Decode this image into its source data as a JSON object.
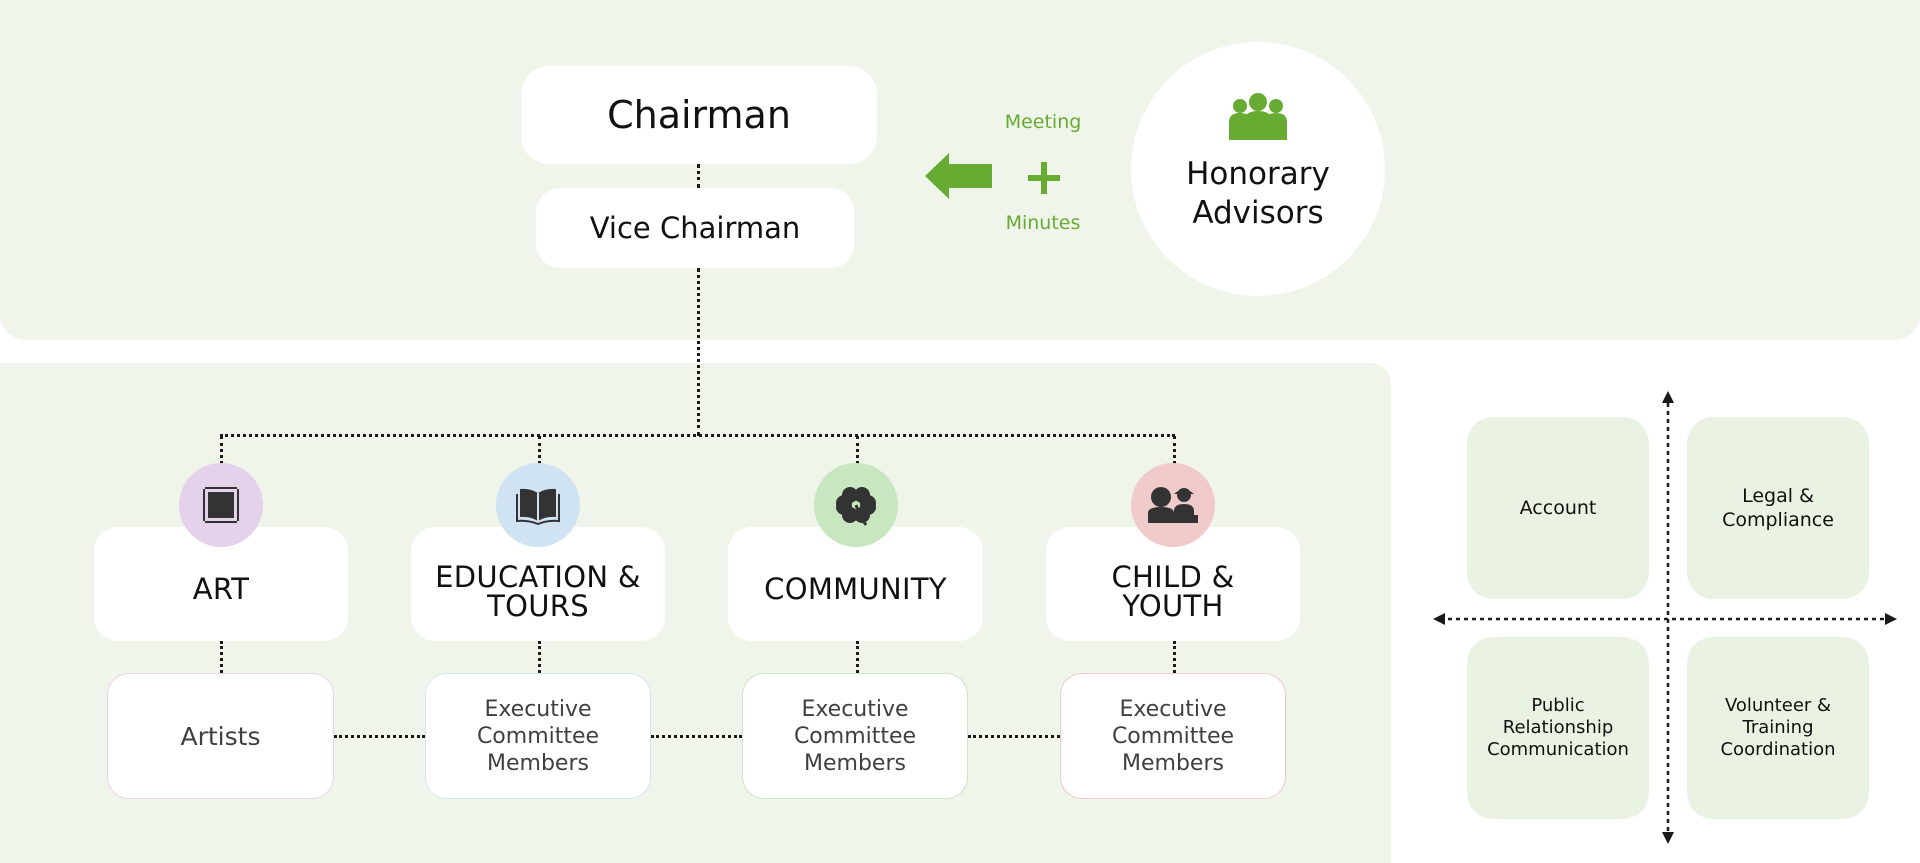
{
  "leadership": {
    "chairman": "Chairman",
    "vice_chairman": "Vice Chairman",
    "meeting": "Meeting",
    "plus": "+",
    "minutes": "Minutes",
    "advisors_line1": "Honorary",
    "advisors_line2": "Advisors"
  },
  "departments": [
    {
      "title_line1": "ART",
      "title_line2": "",
      "icon": "art-frame-icon",
      "icon_color": "#e4d2ea",
      "member_line1": "Artists",
      "member_line2": "",
      "member_line3": "",
      "border": "#ead3e4"
    },
    {
      "title_line1": "EDUCATION &",
      "title_line2": "TOURS",
      "icon": "open-book-icon",
      "icon_color": "#cfe3f3",
      "member_line1": "Executive",
      "member_line2": "Committee",
      "member_line3": "Members",
      "border": "#d5e6f0"
    },
    {
      "title_line1": "COMMUNITY",
      "title_line2": "",
      "icon": "clover-icon",
      "icon_color": "#c8e6bf",
      "member_line1": "Executive",
      "member_line2": "Committee",
      "member_line3": "Members",
      "border": "#cde4c7"
    },
    {
      "title_line1": "CHILD &",
      "title_line2": "YOUTH",
      "icon": "children-icon",
      "icon_color": "#f1cacc",
      "member_line1": "Executive",
      "member_line2": "Committee",
      "member_line3": "Members",
      "border": "#f0c9cb"
    }
  ],
  "support": {
    "account": "Account",
    "legal_line1": "Legal &",
    "legal_line2": "Compliance",
    "pr_line1": "Public",
    "pr_line2": "Relationship",
    "pr_line3": "Communication",
    "vol_line1": "Volunteer &",
    "vol_line2": "Training",
    "vol_line3": "Coordination"
  },
  "colors": {
    "panel_bg": "#eff5ea",
    "accent_green": "#68ab32",
    "card_bg": "#ffffff",
    "icon_dark": "#333333"
  }
}
